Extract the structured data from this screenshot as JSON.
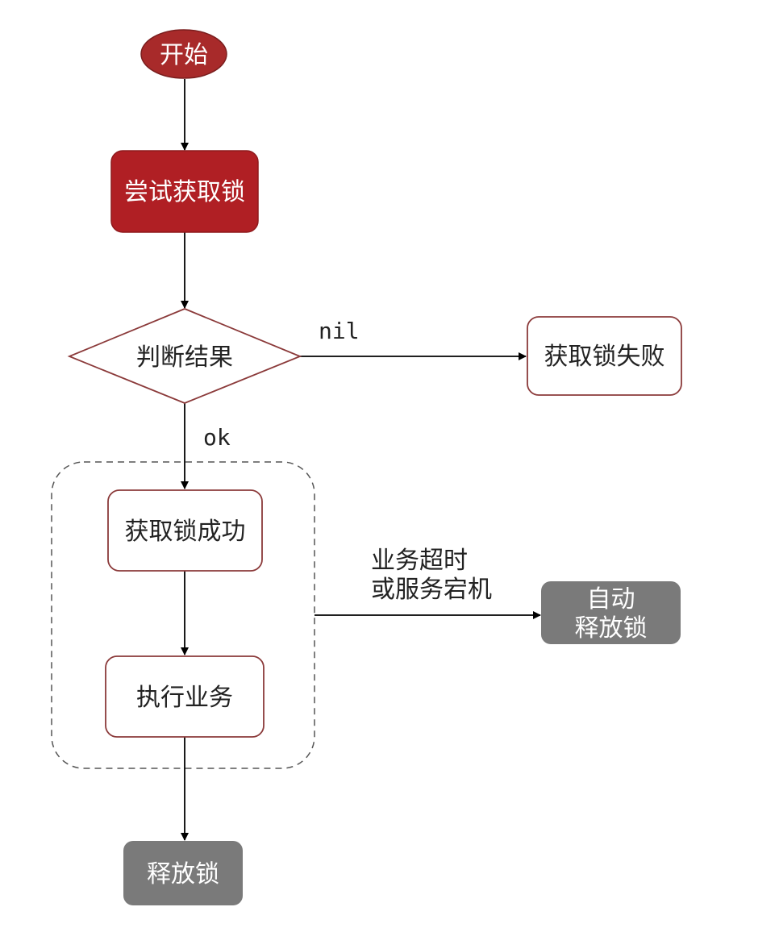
{
  "nodes": {
    "start": {
      "label": "开始"
    },
    "try_lock": {
      "label": "尝试获取锁"
    },
    "judge": {
      "label": "判断结果"
    },
    "lock_fail": {
      "label": "获取锁失败"
    },
    "lock_success": {
      "label": "获取锁成功"
    },
    "execute": {
      "label": "执行业务"
    },
    "auto_release": {
      "label_line1": "自动",
      "label_line2": "释放锁"
    },
    "release": {
      "label": "释放锁"
    }
  },
  "edges": {
    "nil": {
      "label": "nil"
    },
    "ok": {
      "label": "ok"
    },
    "timeout": {
      "label_line1": "业务超时",
      "label_line2": "或服务宕机"
    }
  },
  "colors": {
    "start_fill": "#a82a2a",
    "try_lock_fill": "#b01f24",
    "judge_stroke": "#8b3a3a",
    "node_stroke": "#8b3a3a",
    "gray_fill": "#7a7a7a",
    "arrow": "#000000",
    "dashed_group": "#555555"
  },
  "icons": {
    "arrowhead": "arrowhead-icon"
  }
}
